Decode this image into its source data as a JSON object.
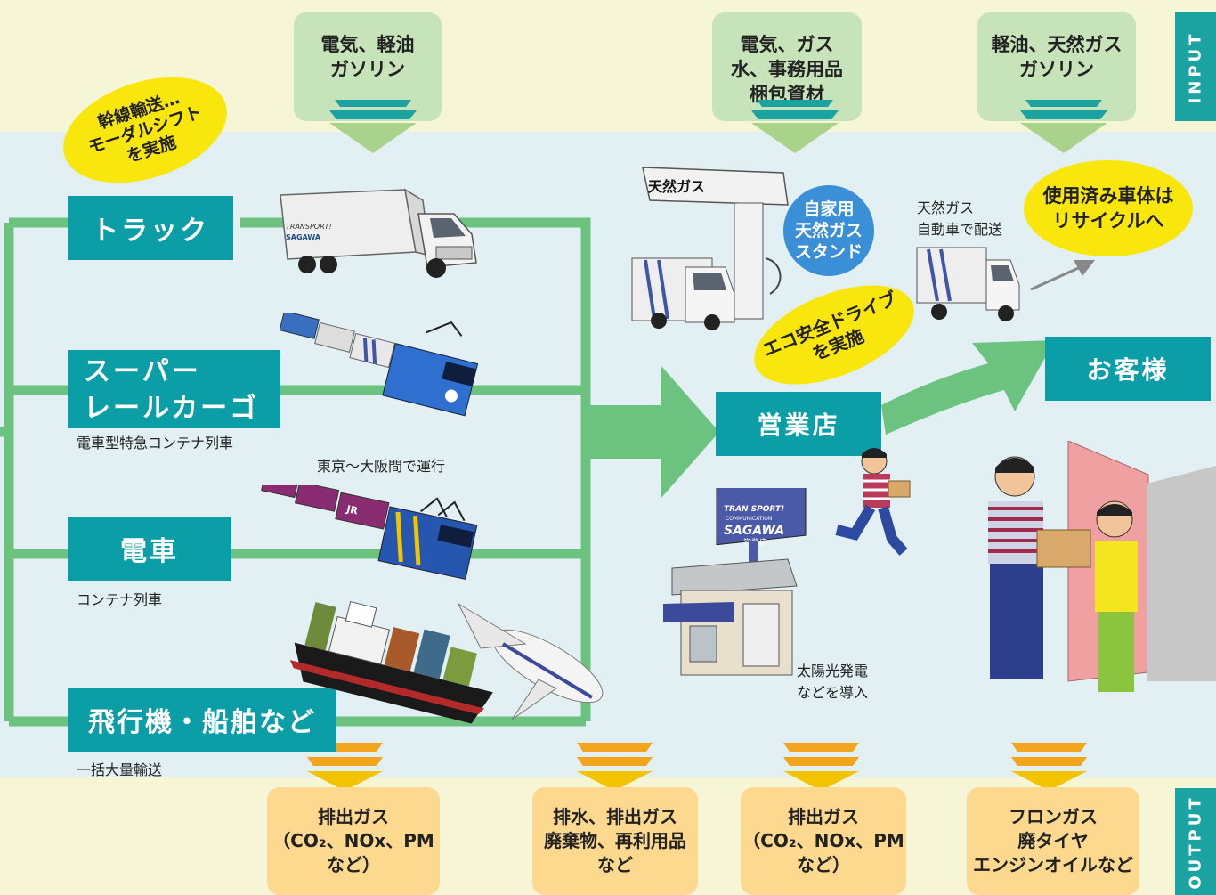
{
  "side_tabs": {
    "input": "INPUT",
    "output": "OUTPUT"
  },
  "inputs": [
    {
      "text": "電気、軽油\nガソリン"
    },
    {
      "text": "電気、ガス\n水、事務用品\n梱包資材"
    },
    {
      "text": "軽油、天然ガス\nガソリン"
    }
  ],
  "outputs": [
    {
      "text": "排出ガス\n（CO₂、NOx、PM\nなど）"
    },
    {
      "text": "排水、排出ガス\n廃棄物、再利用品\nなど"
    },
    {
      "text": "排出ガス\n（CO₂、NOx、PM\nなど）"
    },
    {
      "text": "フロンガス\n廃タイヤ\nエンジンオイルなど"
    }
  ],
  "transport": {
    "truck": {
      "label": "トラック"
    },
    "super_rail": {
      "label": "スーパー\nレールカーゴ",
      "caption": "電車型特急コンテナ列車",
      "route": "東京〜大阪間で運行"
    },
    "train": {
      "label": "電車",
      "caption": "コンテナ列車"
    },
    "plane_ship": {
      "label": "飛行機・船舶など",
      "caption": "一括大量輸送"
    }
  },
  "bubbles": {
    "modal_shift": "幹線輸送…\nモーダルシフト\nを実施",
    "eco_drive": "エコ安全ドライブ\nを実施",
    "recycle": "使用済み車体は\nリサイクルへ",
    "gas_stand": "自家用\n天然ガス\nスタンド"
  },
  "captions": {
    "cng_delivery": "天然ガス\n自動車で配送",
    "solar": "太陽光発電\nなどを導入",
    "gas_sign": "天然ガス"
  },
  "nodes": {
    "branch": "営業店",
    "customer": "お客様"
  },
  "store_sign": {
    "line1": "TRAN SPORT!",
    "line2": "COMMUNICATION",
    "brand": "SAGAWA",
    "sub": "営業店"
  },
  "truck_text": {
    "line1": "TRANSPORT!",
    "brand": "SAGAWA"
  },
  "colors": {
    "teal": "#0c9ea6",
    "green_line": "#6cc27f",
    "input_box": "#c6e3b9",
    "output_box": "#fcd98f",
    "yellow": "#f8e60c"
  }
}
